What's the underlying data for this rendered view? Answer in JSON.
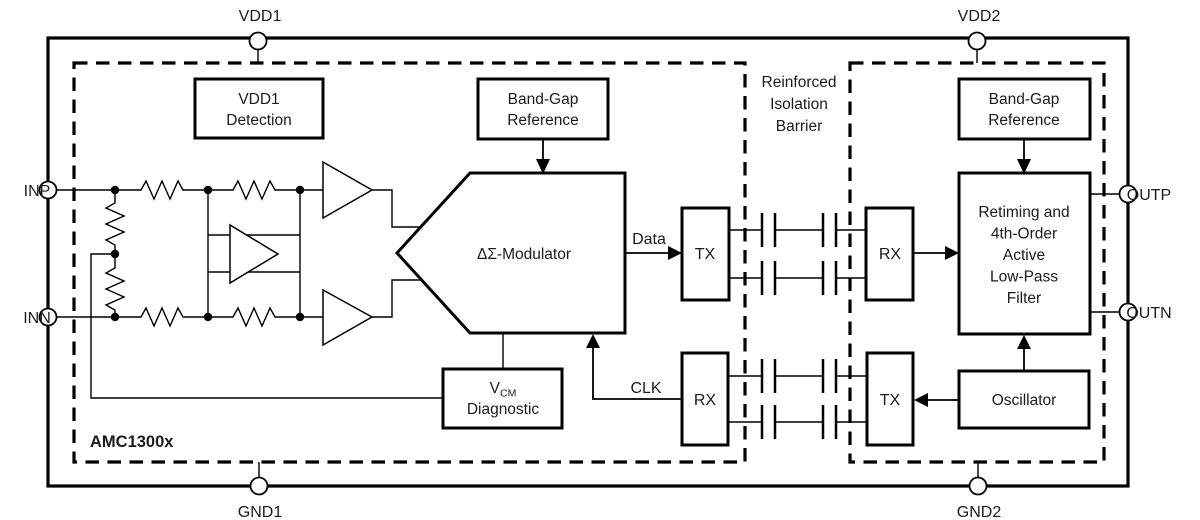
{
  "chip": {
    "name": "AMC1300x"
  },
  "pins": {
    "vdd1": "VDD1",
    "vdd2": "VDD2",
    "gnd1": "GND1",
    "gnd2": "GND2",
    "inp": "INP",
    "inn": "INN",
    "outp": "OUTP",
    "outn": "OUTN"
  },
  "blocks": {
    "vdd1_detection": {
      "line1": "VDD1",
      "line2": "Detection"
    },
    "bandgap_left": {
      "line1": "Band-Gap",
      "line2": "Reference"
    },
    "modulator": {
      "label": "ΔΣ-Modulator"
    },
    "vcm_diagnostic": {
      "symbol": "V",
      "subscript": "CM",
      "line2": "Diagnostic"
    },
    "tx_data": {
      "label": "TX"
    },
    "rx_data": {
      "label": "RX"
    },
    "rx_clk": {
      "label": "RX"
    },
    "tx_clk": {
      "label": "TX"
    },
    "bandgap_right": {
      "line1": "Band-Gap",
      "line2": "Reference"
    },
    "filter": {
      "line1": "Retiming and",
      "line2": "4th-Order",
      "line3": "Active",
      "line4": "Low-Pass",
      "line5": "Filter"
    },
    "oscillator": {
      "label": "Oscillator"
    }
  },
  "signals": {
    "data": "Data",
    "clk": "CLK"
  },
  "isolation_barrier": {
    "line1": "Reinforced",
    "line2": "Isolation",
    "line3": "Barrier"
  },
  "colors": {
    "line": "#000000",
    "background": "#ffffff",
    "text": "#1b1b1b"
  }
}
